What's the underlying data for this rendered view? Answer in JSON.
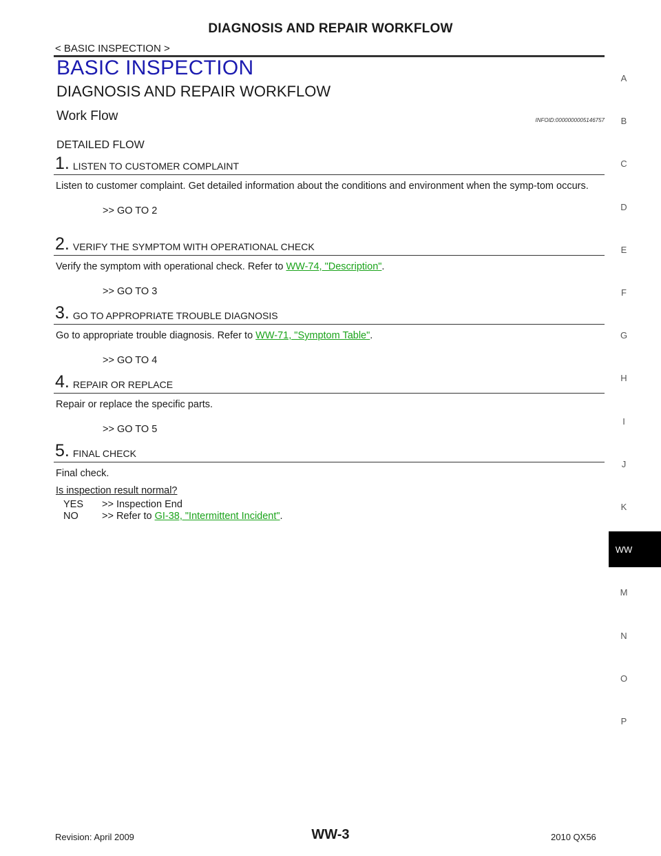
{
  "header": {
    "title": "DIAGNOSIS AND REPAIR WORKFLOW",
    "breadcrumb": "< BASIC INSPECTION >"
  },
  "section_title": "BASIC INSPECTION",
  "subsection_title": "DIAGNOSIS AND REPAIR WORKFLOW",
  "workflow": {
    "title": "Work Flow",
    "infoid": "INFOID:0000000005146757",
    "detailed_label": "DETAILED FLOW"
  },
  "steps": [
    {
      "number": "1.",
      "label": "LISTEN TO CUSTOMER COMPLAINT",
      "body": "Listen to customer complaint. Get detailed information about the conditions and environment when the symp-tom occurs.",
      "goto": ">> GO TO 2"
    },
    {
      "number": "2.",
      "label": "VERIFY THE SYMPTOM WITH OPERATIONAL CHECK",
      "body_prefix": "Verify the symptom with operational check. Refer to ",
      "link": "WW-74, \"Description\"",
      "body_suffix": ".",
      "goto": ">> GO TO 3"
    },
    {
      "number": "3.",
      "label": "GO TO APPROPRIATE TROUBLE DIAGNOSIS",
      "body_prefix": "Go to appropriate trouble diagnosis. Refer to ",
      "link": "WW-71, \"Symptom Table\"",
      "body_suffix": ".",
      "goto": ">> GO TO 4"
    },
    {
      "number": "4.",
      "label": "REPAIR OR REPLACE",
      "body": "Repair or replace the specific parts.",
      "goto": ">> GO TO 5"
    },
    {
      "number": "5.",
      "label": "FINAL CHECK",
      "body": "Final check.",
      "question": "Is inspection result normal?",
      "results": [
        {
          "key": "YES",
          "text": ">> Inspection End"
        },
        {
          "key": "NO",
          "text_prefix": ">> Refer to ",
          "link": "GI-38, \"Intermittent Incident\"",
          "text_suffix": "."
        }
      ]
    }
  ],
  "side_tabs": [
    "A",
    "B",
    "C",
    "D",
    "E",
    "F",
    "G",
    "H",
    "I",
    "J",
    "K",
    "WW",
    "M",
    "N",
    "O",
    "P"
  ],
  "active_tab": "WW",
  "footer": {
    "revision": "Revision: April 2009",
    "page": "WW-3",
    "model": "2010 QX56"
  },
  "colors": {
    "section_title": "#1b1bb0",
    "link": "#1aa31a",
    "active_tab_bg": "#000000"
  }
}
